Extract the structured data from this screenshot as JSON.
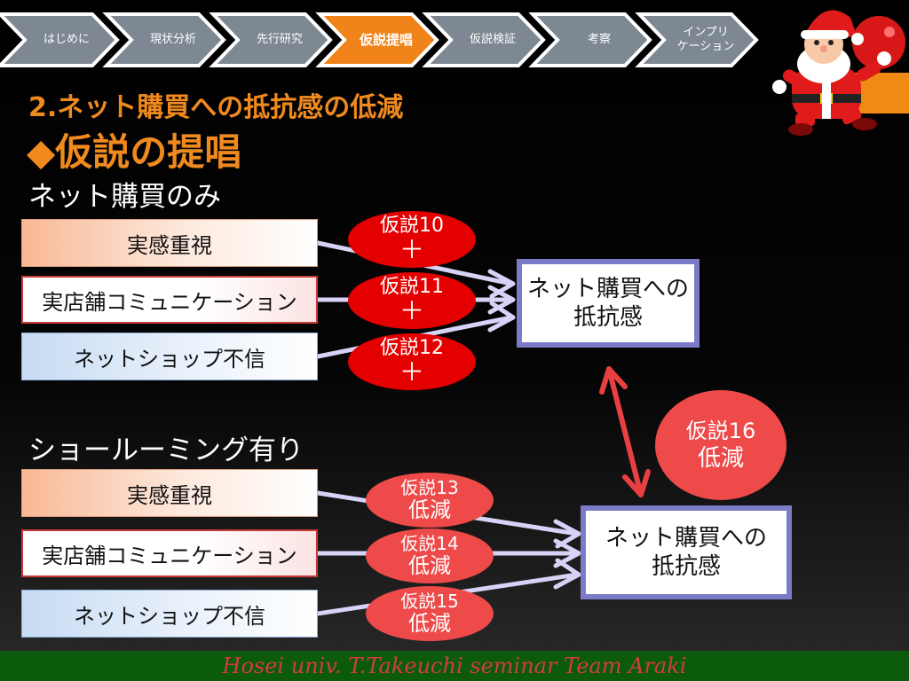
{
  "nav": {
    "items": [
      {
        "label": "はじめに",
        "active": false
      },
      {
        "label": "現状分析",
        "active": false
      },
      {
        "label": "先行研究",
        "active": false
      },
      {
        "label": "仮説提唱",
        "active": true
      },
      {
        "label": "仮説検証",
        "active": false
      },
      {
        "label": "考察",
        "active": false
      },
      {
        "label": "インプリ\nケーション",
        "active": false
      }
    ],
    "colors": {
      "default": "#7d8893",
      "active": "#f0841a"
    }
  },
  "heading": {
    "subtitle": "2.ネット購買への抵抗感の低減",
    "title": "◆仮説の提唱"
  },
  "diagram1": {
    "section": "ネット購買のみ",
    "boxes": [
      "実感重視",
      "実店舗コミュニケーション",
      "ネットショップ不信"
    ],
    "hypotheses": [
      {
        "name": "仮説10",
        "effect": "＋"
      },
      {
        "name": "仮説11",
        "effect": "＋"
      },
      {
        "name": "仮説12",
        "effect": "＋"
      }
    ],
    "target": "ネット購買への\n抵抗感"
  },
  "diagram2": {
    "section": "ショールーミング有り",
    "boxes": [
      "実感重視",
      "実店舗コミュニケーション",
      "ネットショップ不信"
    ],
    "hypotheses": [
      {
        "name": "仮説13",
        "effect": "低減"
      },
      {
        "name": "仮説14",
        "effect": "低減"
      },
      {
        "name": "仮説15",
        "effect": "低減"
      }
    ],
    "target": "ネット購買への\n抵抗感"
  },
  "link": {
    "name": "仮説16",
    "effect": "低減"
  },
  "footer": {
    "text": "Hosei univ. T.Takeuchi seminar Team Araki"
  },
  "icons": {
    "mascot": "santa-claus-icon"
  }
}
